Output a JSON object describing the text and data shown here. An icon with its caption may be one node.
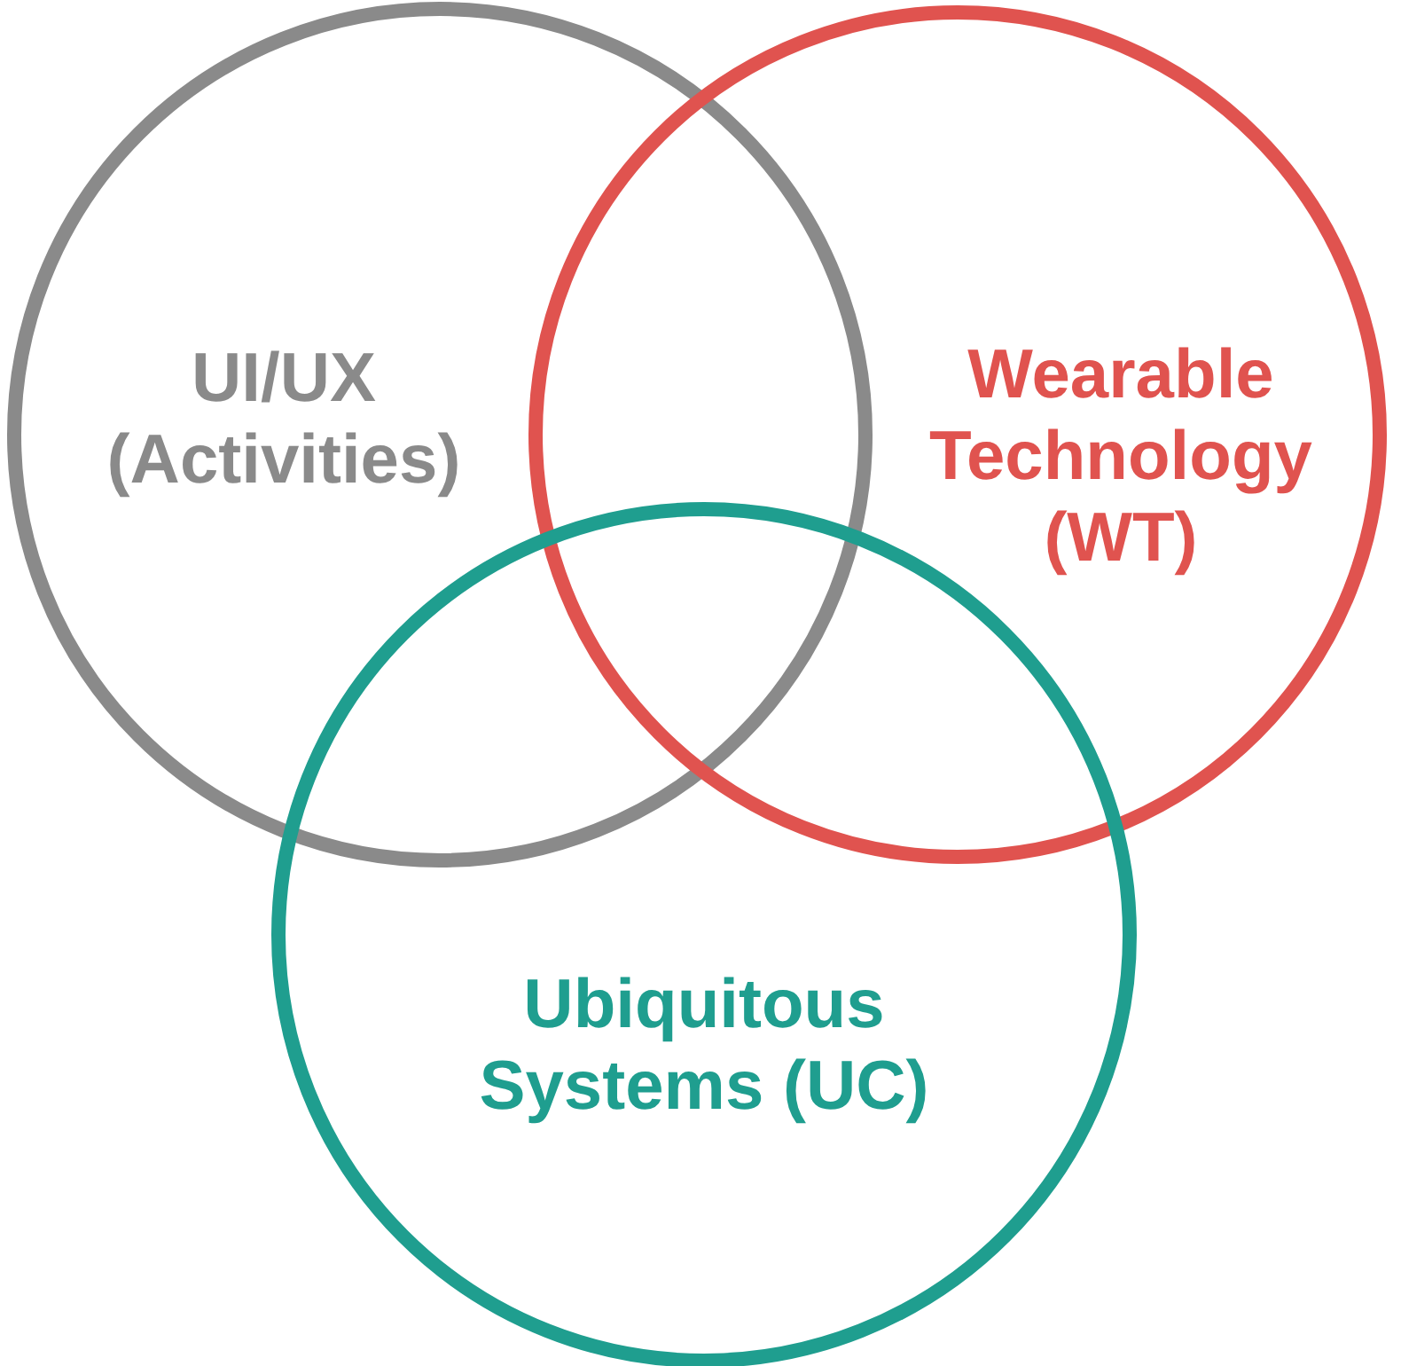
{
  "diagram": {
    "nodes": [
      {
        "text": [
          "UI/UX (Activities)"
        ]
      },
      {
        "text": [
          "Wearable Technology (WT)"
        ]
      },
      {
        "text": [
          "Ubiquitous Systems (UC)"
        ]
      }
    ]
  }
}
